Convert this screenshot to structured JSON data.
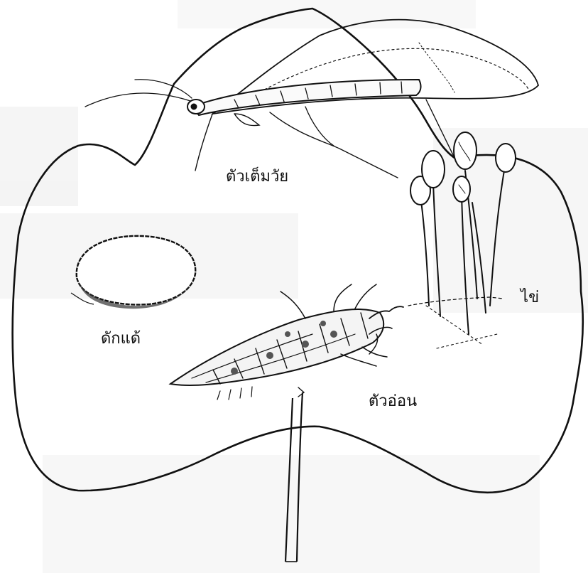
{
  "labels": {
    "adult": "ตัวเต็มวัย",
    "pupa": "ดักแด้",
    "eggs": "ไข่",
    "larva": "ตัวอ่อน"
  },
  "colors": {
    "ink": "#111111",
    "paper": "#ffffff",
    "faint_background": "#e9e9e9"
  },
  "icons": {
    "adult": "lacewing-adult-illustration",
    "pupa": "cocoon-illustration",
    "eggs": "stalked-eggs-illustration",
    "larva": "larva-illustration",
    "leaf": "leaf-outline"
  }
}
